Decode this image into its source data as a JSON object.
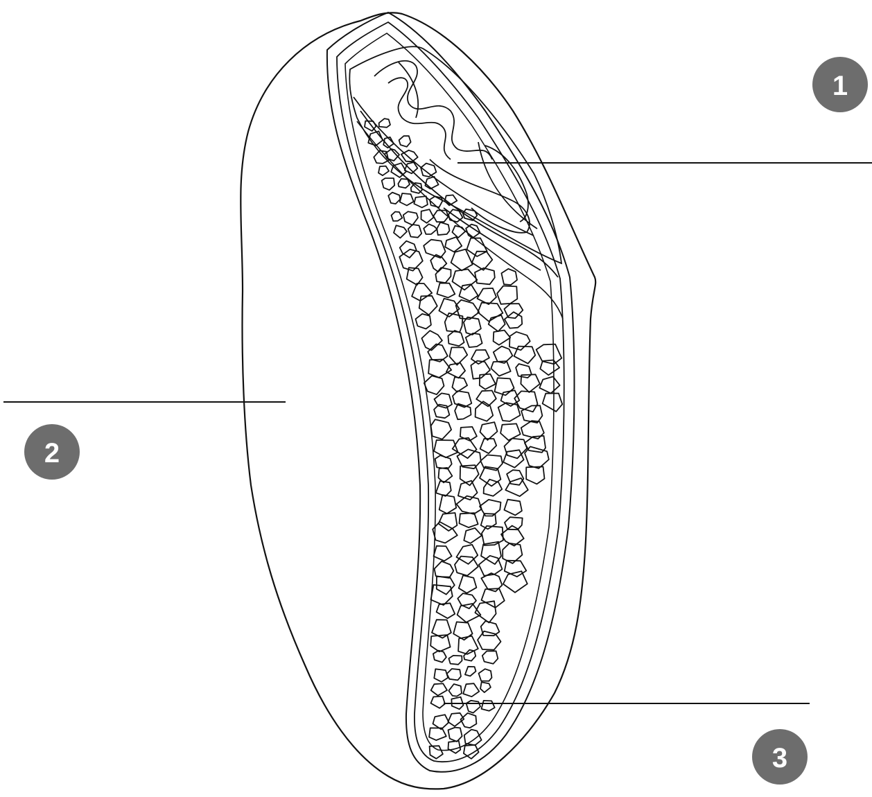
{
  "diagram": {
    "callouts": [
      {
        "id": "1",
        "label": "1",
        "color": "#6d6d6d"
      },
      {
        "id": "2",
        "label": "2",
        "color": "#6d6d6d"
      },
      {
        "id": "3",
        "label": "3",
        "color": "#6d6d6d"
      }
    ],
    "line_color": "#111111"
  }
}
